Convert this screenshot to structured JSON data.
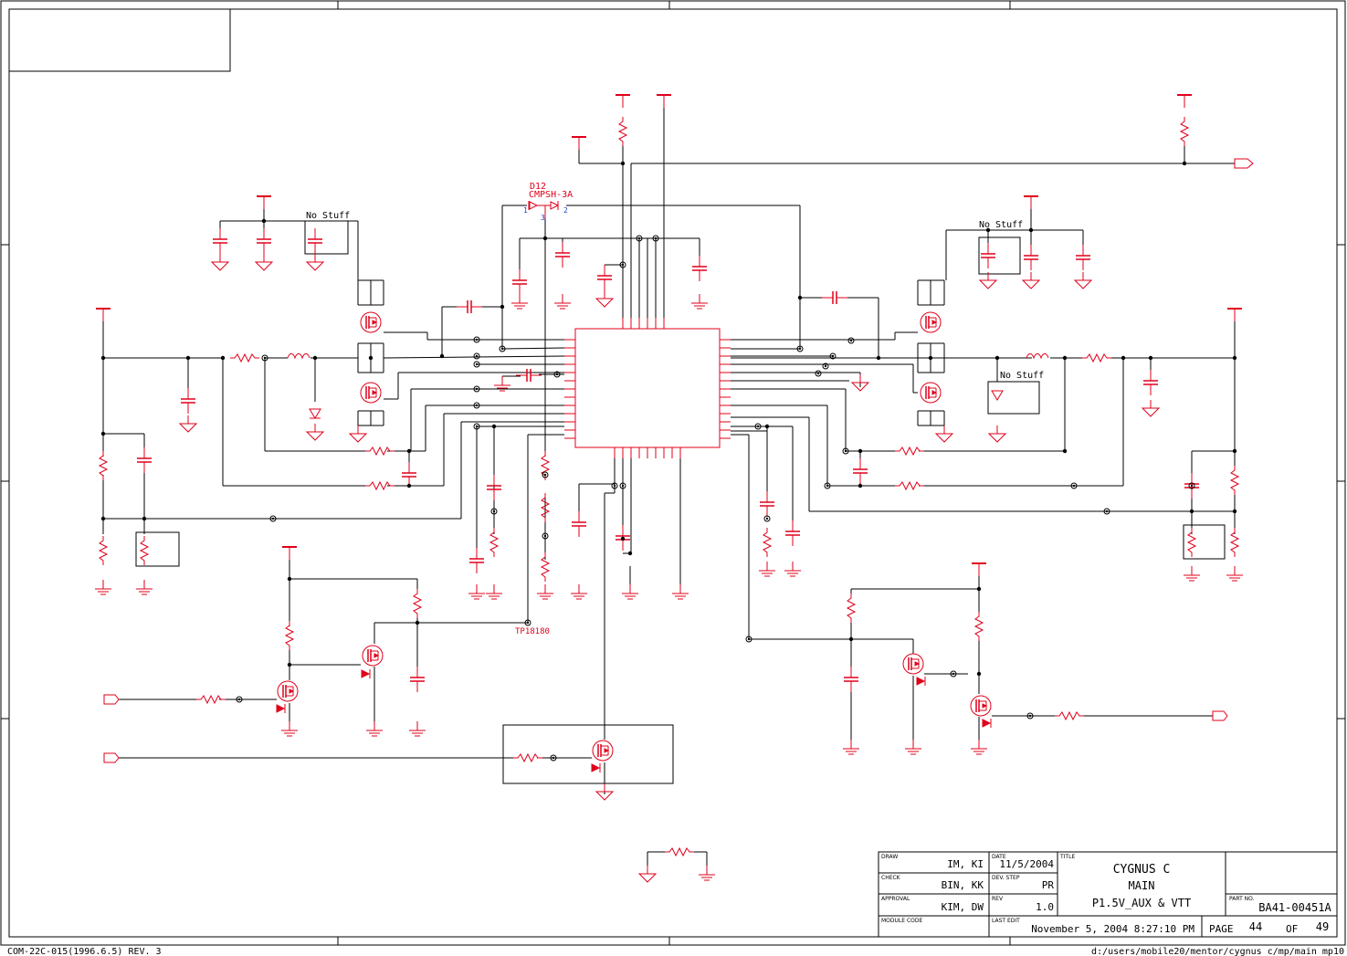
{
  "title_block": {
    "draw_label": "DRAW",
    "draw_value": "IM, KI",
    "date_label": "DATE",
    "date_value": "11/5/2004",
    "title_label": "TITLE",
    "title_line1": "CYGNUS C",
    "title_line2": "MAIN",
    "title_line3": "P1.5V_AUX & VTT",
    "check_label": "CHECK",
    "check_value": "BIN, KK",
    "devstep_label": "DEV. STEP",
    "devstep_value": "PR",
    "approval_label": "APPROVAL",
    "approval_value": "KIM, DW",
    "rev_label": "REV",
    "rev_value": "1.0",
    "partno_label": "PART NO.",
    "partno_value": "BA41-00451A",
    "module_label": "MODULE CODE",
    "lastedit_label": "LAST EDIT",
    "lastedit_value": "November 5, 2004  8:27:10 PM",
    "page_label": "PAGE",
    "page_value": "44",
    "of_label": "OF",
    "of_value": "49"
  },
  "footer": {
    "left": "COM-22C-015(1996.6.5) REV. 3",
    "right": "d:/users/mobile20/mentor/cygnus_c/mp/main_mp10"
  },
  "annotations": {
    "no_stuff_1": "No Stuff",
    "no_stuff_2": "No Stuff",
    "no_stuff_3": "No Stuff",
    "diode_ref": "D12",
    "diode_part": "CMPSH-3A",
    "pin1": "1",
    "pin2": "2",
    "pin3": "3",
    "testpoint": "TP18180"
  },
  "colors": {
    "wire": "#000000",
    "component": "#e0001a",
    "pin_label": "#1a3fd0"
  }
}
